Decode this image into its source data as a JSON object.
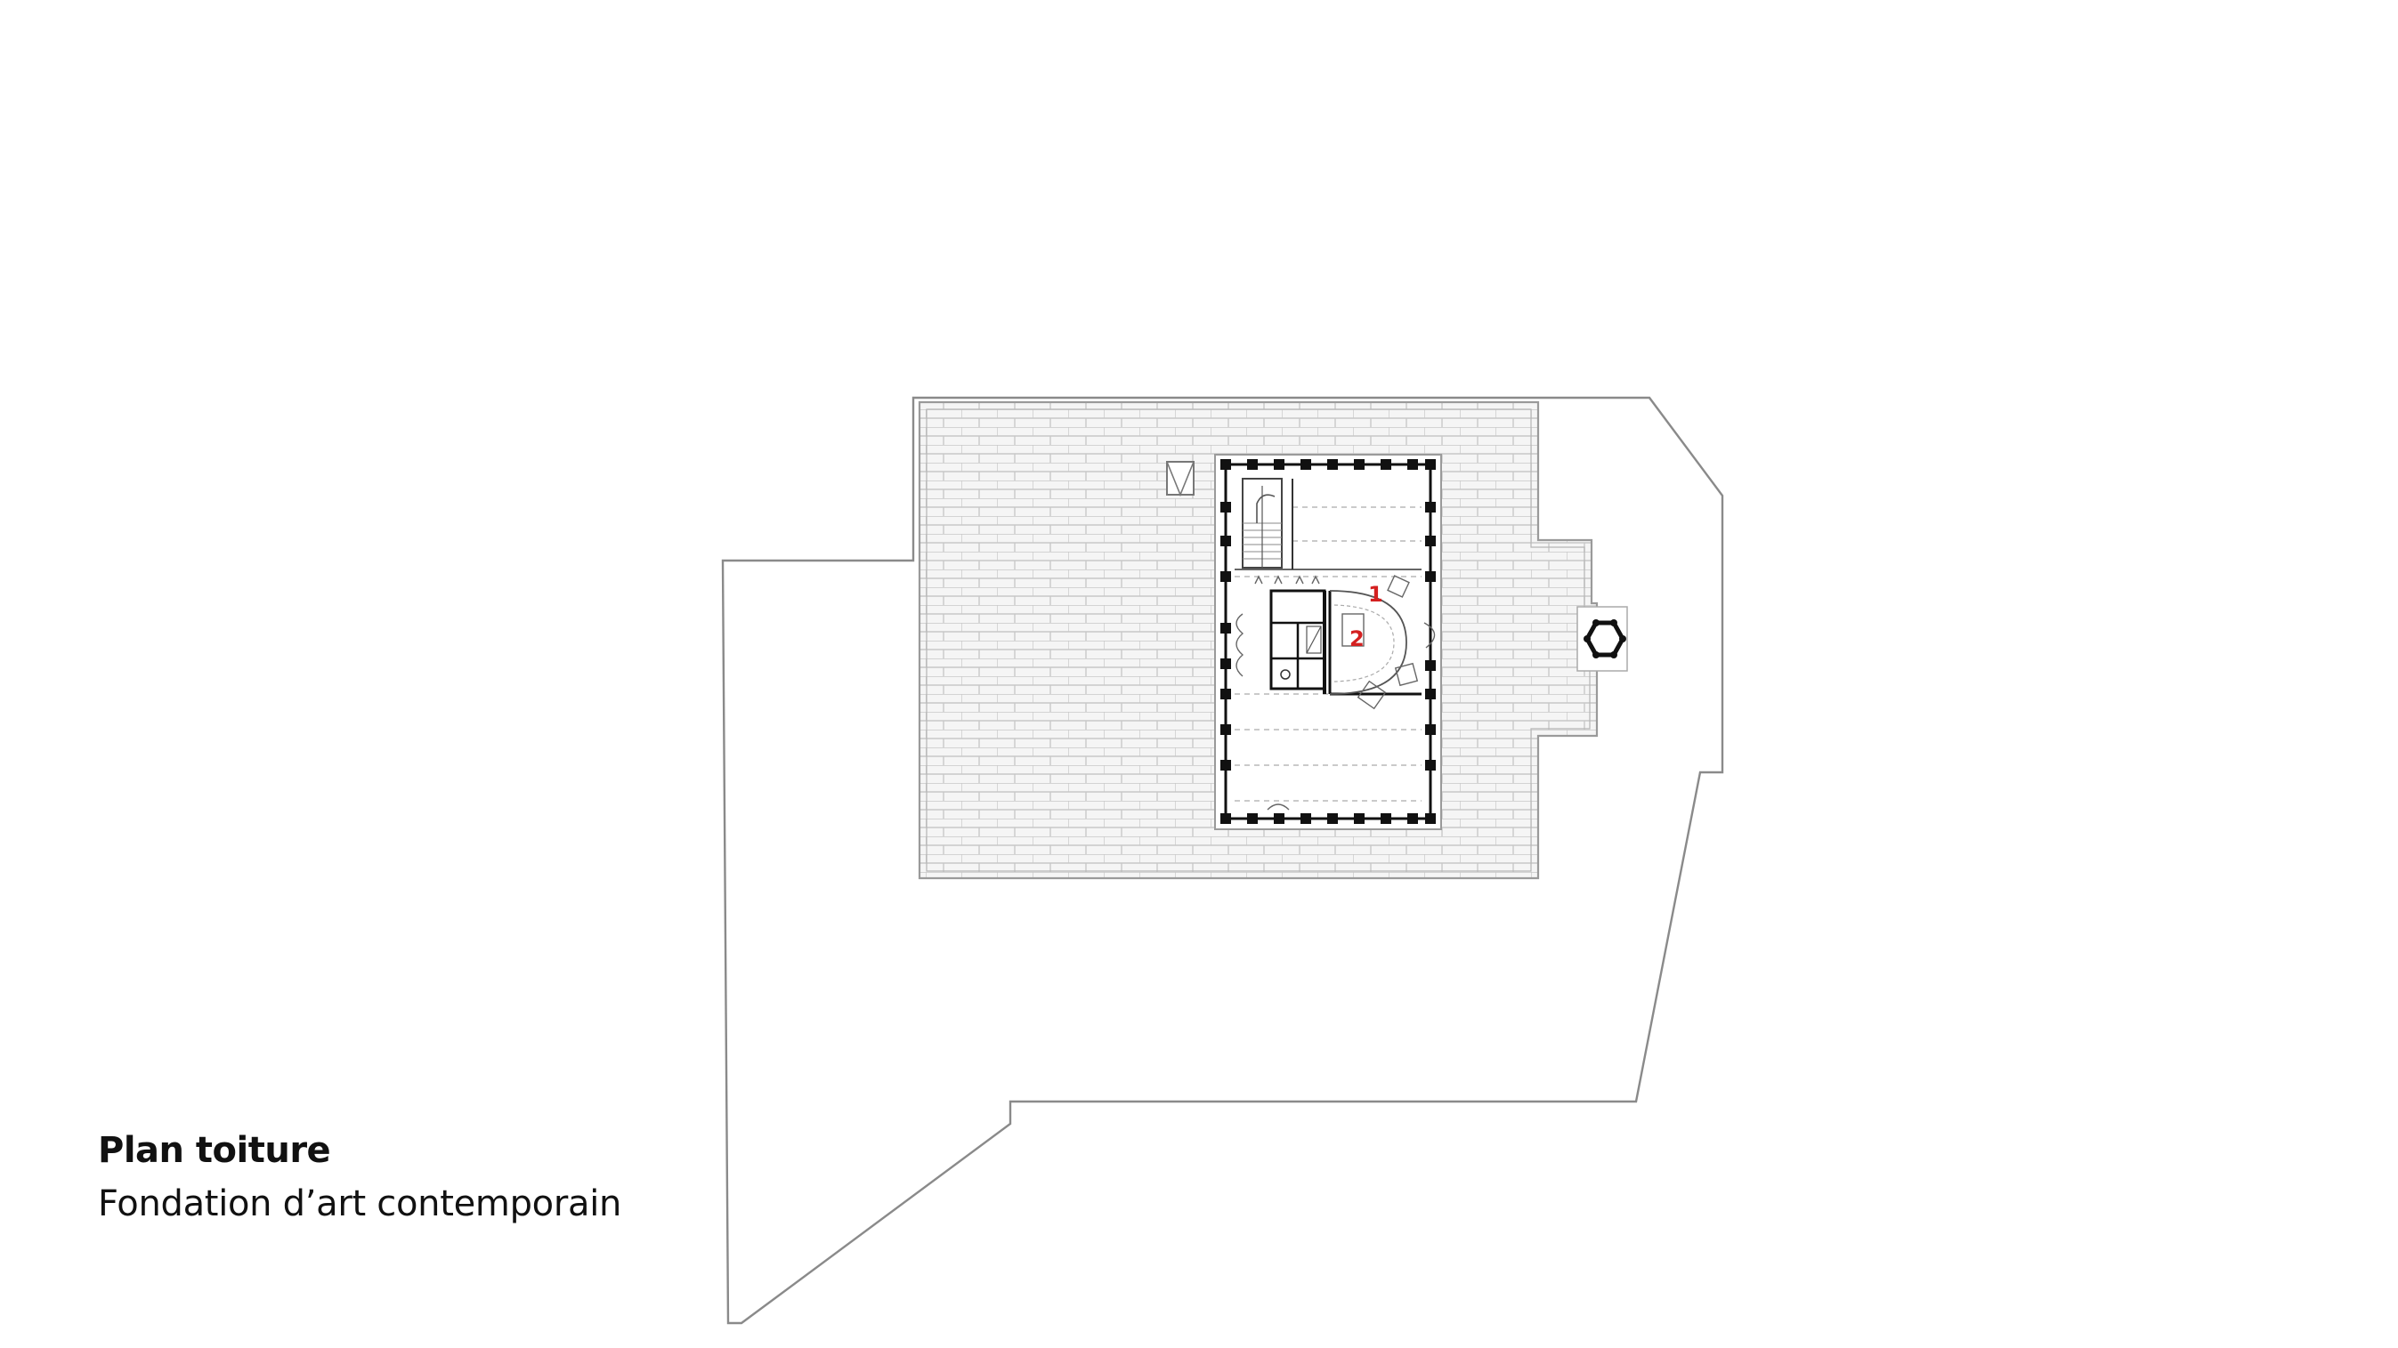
{
  "caption": {
    "title": "Plan toiture",
    "subtitle": "Fondation d’art contemporain"
  },
  "plan_labels": [
    {
      "id": "label-1",
      "text": "1"
    },
    {
      "id": "label-2",
      "text": "2"
    }
  ],
  "colors": {
    "outline": "#8a8a8a",
    "brick_fill": "#f4f4f4",
    "brick_line": "#c6c6c6",
    "wall": "#111111",
    "label_red": "#d42020"
  },
  "icons": {
    "chimney": "hexagon-chimney-icon",
    "vent": "roof-vent-icon",
    "stair": "staircase-icon"
  }
}
